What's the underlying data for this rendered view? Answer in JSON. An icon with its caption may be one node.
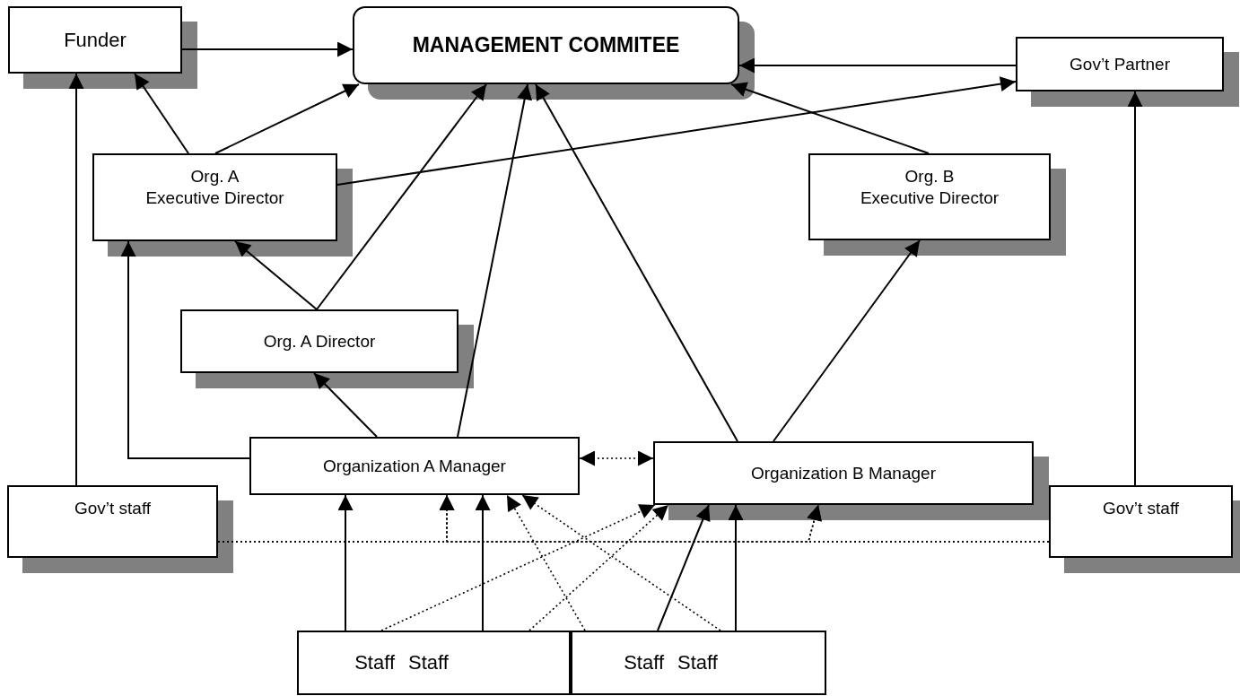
{
  "diagram": {
    "nodes": [
      {
        "text": [
          "Funder"
        ]
      },
      {
        "text": [
          "MANAGEMENT COMMITEE"
        ]
      },
      {
        "text": [
          "Gov’t Partner"
        ]
      },
      {
        "text": [
          "Org. A",
          "Executive Director"
        ]
      },
      {
        "text": [
          "Org. B",
          "Executive Director"
        ]
      },
      {
        "text": [
          "Org. A Director"
        ]
      },
      {
        "text": [
          "Organization A Manager"
        ]
      },
      {
        "text": [
          "Organization B Manager"
        ]
      },
      {
        "text": [
          "Gov’t staff"
        ]
      },
      {
        "text": [
          "Gov’t staff"
        ]
      },
      {
        "text": [],
        "shape": "box"
      },
      {
        "text": [
          "Staff"
        ],
        "in": 10
      },
      {
        "text": [
          "Staff"
        ],
        "in": 10
      },
      {
        "text": [
          "Staff"
        ],
        "in": 10
      },
      {
        "text": [
          "Staff"
        ],
        "in": 10
      }
    ],
    "edges": [
      {
        "from": 0,
        "to": 1,
        "arrow": "to"
      },
      {
        "from": 2,
        "to": 1,
        "arrow": "to"
      },
      {
        "from": 3,
        "to": 0,
        "arrow": "to"
      },
      {
        "from": 3,
        "to": 1,
        "arrow": "to"
      },
      {
        "from": 3,
        "to": 2,
        "arrow": "to"
      },
      {
        "from": 4,
        "to": 1,
        "arrow": "to"
      },
      {
        "from": 5,
        "to": 3,
        "arrow": "to"
      },
      {
        "from": 5,
        "to": 1,
        "arrow": "to"
      },
      {
        "from": 6,
        "to": 5,
        "arrow": "to"
      },
      {
        "from": 6,
        "to": 1,
        "arrow": "to"
      },
      {
        "from": 6,
        "to": 3,
        "arrow": "to"
      },
      {
        "from": 7,
        "to": 1,
        "arrow": "to"
      },
      {
        "from": 7,
        "to": 4,
        "arrow": "to"
      },
      {
        "from": 8,
        "to": 0,
        "arrow": "to"
      },
      {
        "from": 9,
        "to": 2,
        "arrow": "to"
      },
      {
        "from": 6,
        "to": 7,
        "arrow": "both",
        "style": "dashed"
      },
      {
        "from": 8,
        "to": 6,
        "arrow": "to",
        "style": "dashed"
      },
      {
        "from": 8,
        "to": 7,
        "arrow": "to",
        "style": "dashed"
      },
      {
        "from": 9,
        "to": 6,
        "arrow": "to",
        "style": "dashed"
      },
      {
        "from": 9,
        "to": 7,
        "arrow": "to",
        "style": "dashed"
      },
      {
        "from": 11,
        "to": 6,
        "arrow": "to"
      },
      {
        "from": 11,
        "to": 7,
        "arrow": "to",
        "style": "dashed"
      },
      {
        "from": 12,
        "to": 6,
        "arrow": "to"
      },
      {
        "from": 12,
        "to": 7,
        "arrow": "to",
        "style": "dashed"
      },
      {
        "from": 13,
        "to": 6,
        "arrow": "to",
        "style": "dashed"
      },
      {
        "from": 14,
        "to": 6,
        "arrow": "to",
        "style": "dashed"
      },
      {
        "from": 13,
        "to": 7,
        "arrow": "to"
      },
      {
        "from": 14,
        "to": 7,
        "arrow": "to"
      }
    ]
  }
}
